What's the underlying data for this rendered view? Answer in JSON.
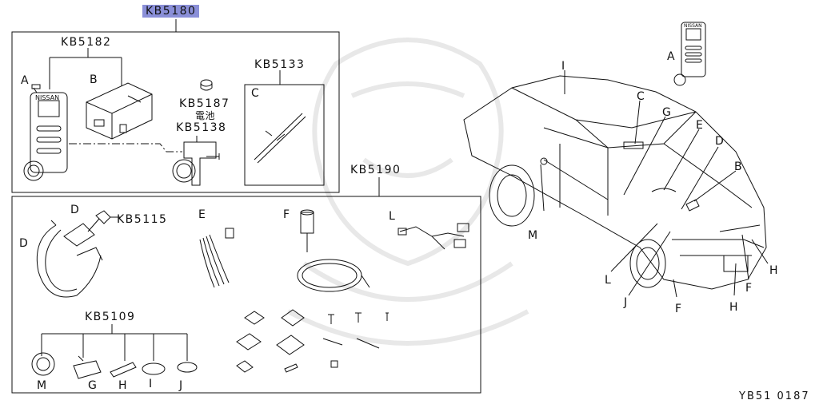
{
  "diagram": {
    "main_code": "KB5180",
    "ref_number": "YB51 0187",
    "upper_box": {
      "group_code": "KB5182",
      "labels": {
        "a": "A",
        "b": "B",
        "c": "C"
      },
      "codes": {
        "antenna_kit": "KB5133",
        "battery": "KB5187",
        "battery_jp": "電池",
        "holder": "KB5138"
      },
      "remote_brand": "NISSAN"
    },
    "lower_box": {
      "group_code": "KB5190",
      "d_code": "KB5115",
      "small_parts_code": "KB5109",
      "labels": {
        "d_top": "D",
        "d_side": "D",
        "e": "E",
        "f": "F",
        "l": "L",
        "m": "M",
        "g": "G",
        "h": "H",
        "i": "I",
        "j": "J"
      }
    },
    "car_view": {
      "remote_label": "A",
      "remote_brand": "NISSAN",
      "labels": {
        "i": "I",
        "c": "C",
        "g": "G",
        "e": "E",
        "d": "D",
        "b": "B",
        "m": "M",
        "l": "L",
        "j": "J",
        "f1": "F",
        "h1": "H",
        "f2": "F",
        "h2": "H"
      }
    }
  }
}
